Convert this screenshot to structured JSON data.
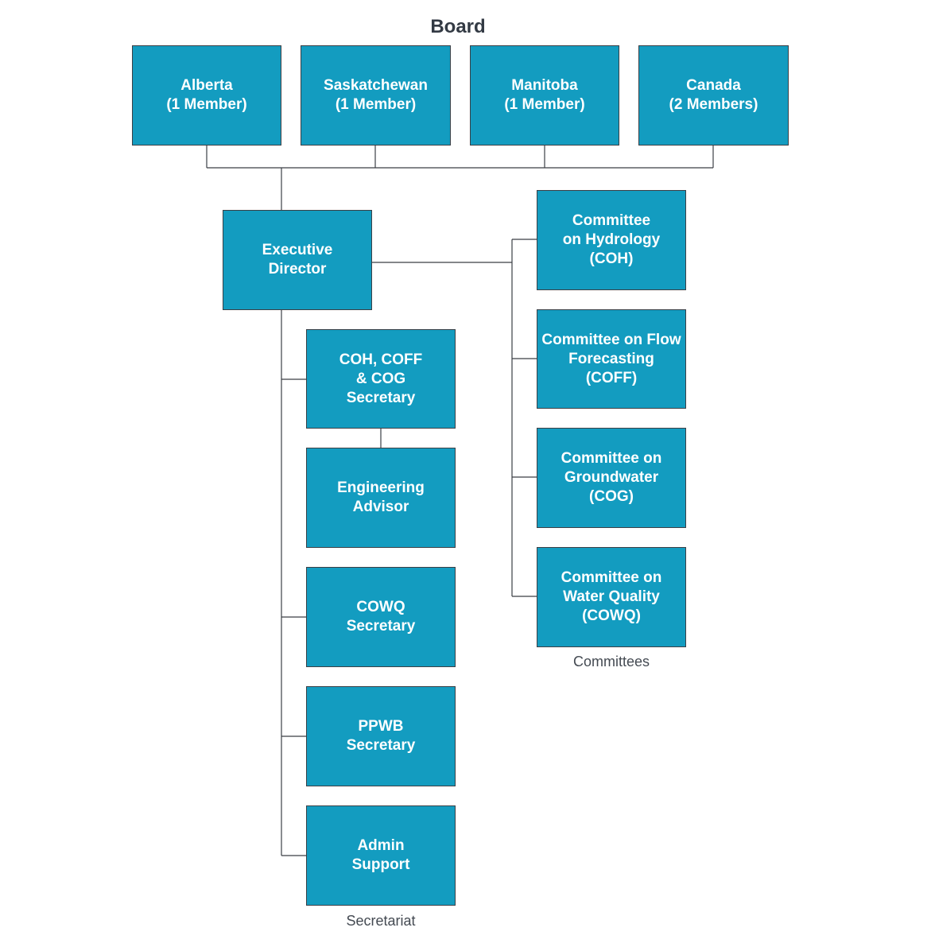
{
  "title": "Board",
  "board_members": [
    {
      "id": "alberta",
      "line1": "Alberta",
      "line2": "(1 Member)"
    },
    {
      "id": "saskatchewan",
      "line1": "Saskatchewan",
      "line2": "(1 Member)"
    },
    {
      "id": "manitoba",
      "line1": "Manitoba",
      "line2": "(1 Member)"
    },
    {
      "id": "canada",
      "line1": "Canada",
      "line2": "(2 Members)"
    }
  ],
  "executive": {
    "line1": "Executive",
    "line2": "Director"
  },
  "secretariat": {
    "caption": "Secretariat",
    "units": [
      {
        "id": "coh-coff-cog-secretary",
        "lines": [
          "COH, COFF",
          "& COG",
          "Secretary"
        ]
      },
      {
        "id": "engineering-advisor",
        "lines": [
          "Engineering",
          "Advisor"
        ]
      },
      {
        "id": "cowq-secretary",
        "lines": [
          "COWQ",
          "Secretary"
        ]
      },
      {
        "id": "ppwb-secretary",
        "lines": [
          "PPWB",
          "Secretary"
        ]
      },
      {
        "id": "admin-support",
        "lines": [
          "Admin",
          "Support"
        ]
      }
    ]
  },
  "committees": {
    "caption": "Committees",
    "units": [
      {
        "id": "coh",
        "lines": [
          "Committee",
          "on Hydrology",
          "(COH)"
        ]
      },
      {
        "id": "coff",
        "lines": [
          "Committee on Flow",
          "Forecasting",
          "(COFF)"
        ]
      },
      {
        "id": "cog",
        "lines": [
          "Committee on",
          "Groundwater",
          "(COG)"
        ]
      },
      {
        "id": "cowq",
        "lines": [
          "Committee on",
          "Water Quality",
          "(COWQ)"
        ]
      }
    ]
  },
  "colors": {
    "box_fill": "#139cc0",
    "box_text": "#ffffff",
    "line": "#3b3f45",
    "heading": "#333a44"
  }
}
